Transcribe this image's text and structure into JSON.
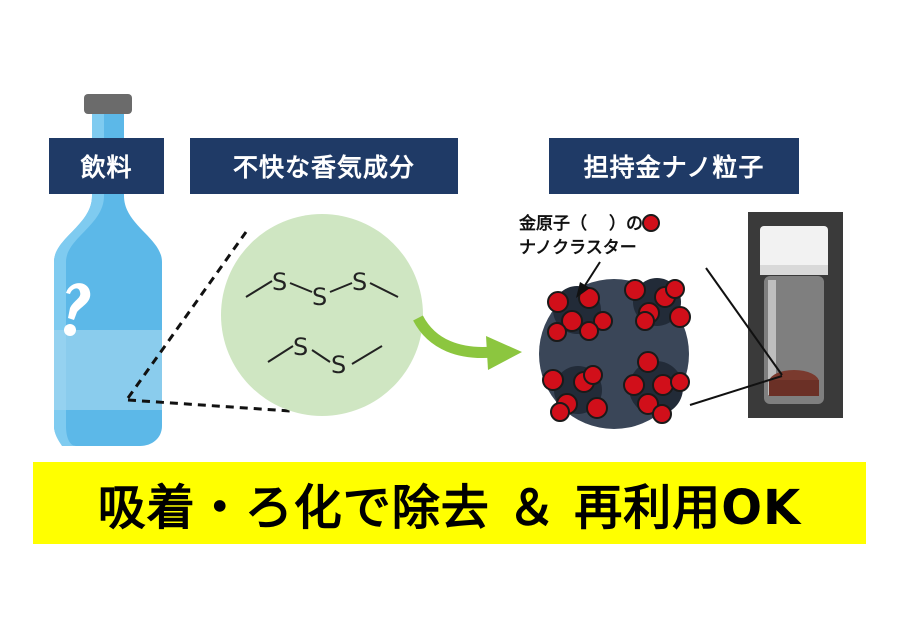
{
  "labels": {
    "beverage": "飲料",
    "odor": "不快な香気成分",
    "catalyst": "担持金ナノ粒子"
  },
  "cluster_note": {
    "line1_a": "金原子（",
    "line1_b": "）の",
    "line2": "ナノクラスター"
  },
  "molecule_atoms": [
    "S",
    "S",
    "S",
    "S",
    "S"
  ],
  "banner": {
    "text": "吸着・ろ化で除去 ＆ 再利用OK"
  },
  "colors": {
    "label_bg": "#1f3a66",
    "bottle": "#5cb8e8",
    "odor_circle": "#cfe6c2",
    "arrow": "#8cc63f",
    "support": "#3a4658",
    "gold_atom": "#d10f1a",
    "banner_bg": "#ffff00"
  }
}
